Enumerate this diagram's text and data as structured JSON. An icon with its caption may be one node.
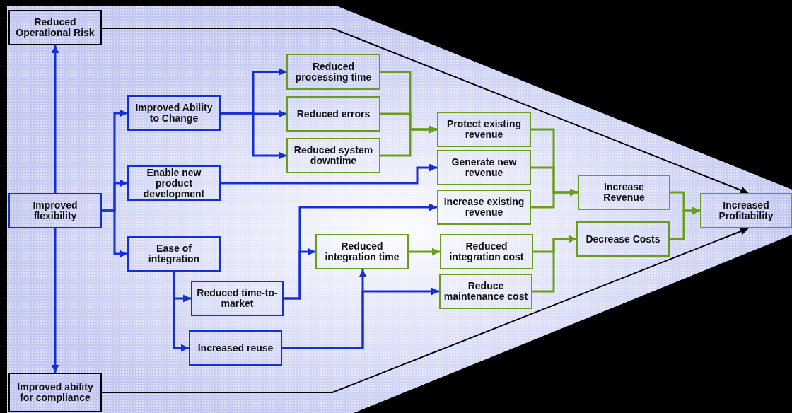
{
  "diagram": {
    "nodes": [
      {
        "text": [
          "Reduced Operational Risk"
        ]
      },
      {
        "text": [
          "Improved flexibility"
        ]
      },
      {
        "text": [
          "Improved ability for compliance"
        ]
      },
      {
        "text": [
          "Improved Ability to Change"
        ]
      },
      {
        "text": [
          "Enable new product development"
        ]
      },
      {
        "text": [
          "Ease of integration"
        ]
      },
      {
        "text": [
          "Reduced time-to-market"
        ]
      },
      {
        "text": [
          "Increased reuse"
        ]
      },
      {
        "text": [
          "Reduced processing time"
        ]
      },
      {
        "text": [
          "Reduced errors"
        ]
      },
      {
        "text": [
          "Reduced system downtime"
        ]
      },
      {
        "text": [
          "Reduced integration time"
        ]
      },
      {
        "text": [
          "Protect existing revenue"
        ]
      },
      {
        "text": [
          "Generate new revenue"
        ]
      },
      {
        "text": [
          "Increase existing revenue"
        ]
      },
      {
        "text": [
          "Reduced integration cost"
        ]
      },
      {
        "text": [
          "Reduce maintenance cost"
        ]
      },
      {
        "text": [
          "Increase Revenue"
        ]
      },
      {
        "text": [
          "Decrease Costs"
        ]
      },
      {
        "text": [
          "Increased Profitability"
        ]
      }
    ],
    "edges": [
      {
        "from": 1,
        "to": 0,
        "arrow": "to"
      },
      {
        "from": 1,
        "to": 2,
        "arrow": "to"
      },
      {
        "from": 1,
        "to": 3,
        "arrow": "to"
      },
      {
        "from": 1,
        "to": 4,
        "arrow": "to"
      },
      {
        "from": 1,
        "to": 5,
        "arrow": "to"
      },
      {
        "from": 3,
        "to": 8,
        "arrow": "to"
      },
      {
        "from": 3,
        "to": 9,
        "arrow": "to"
      },
      {
        "from": 3,
        "to": 10,
        "arrow": "to"
      },
      {
        "from": 4,
        "to": 13,
        "arrow": "to"
      },
      {
        "from": 5,
        "to": 6,
        "arrow": "to"
      },
      {
        "from": 5,
        "to": 7,
        "arrow": "to"
      },
      {
        "from": 6,
        "to": 11,
        "arrow": "to"
      },
      {
        "from": 6,
        "to": 14,
        "arrow": "to"
      },
      {
        "from": 7,
        "to": 11,
        "arrow": "to"
      },
      {
        "from": 7,
        "to": 16,
        "arrow": "to"
      },
      {
        "from": 8,
        "to": 12,
        "arrow": "to",
        "color": "#6a9e1a"
      },
      {
        "from": 9,
        "to": 12,
        "arrow": "to",
        "color": "#6a9e1a"
      },
      {
        "from": 10,
        "to": 12,
        "arrow": "to",
        "color": "#6a9e1a"
      },
      {
        "from": 11,
        "to": 15,
        "arrow": "to",
        "color": "#6a9e1a"
      },
      {
        "from": 12,
        "to": 17,
        "arrow": "to",
        "color": "#6a9e1a"
      },
      {
        "from": 13,
        "to": 17,
        "arrow": "to",
        "color": "#6a9e1a"
      },
      {
        "from": 14,
        "to": 17,
        "arrow": "to",
        "color": "#6a9e1a"
      },
      {
        "from": 15,
        "to": 18,
        "arrow": "to",
        "color": "#6a9e1a"
      },
      {
        "from": 16,
        "to": 18,
        "arrow": "to",
        "color": "#6a9e1a"
      },
      {
        "from": 17,
        "to": 19,
        "arrow": "to",
        "color": "#6a9e1a"
      },
      {
        "from": 18,
        "to": 19,
        "arrow": "to",
        "color": "#6a9e1a"
      },
      {
        "from": 0,
        "to": 19,
        "arrow": "to",
        "color": "#000000"
      },
      {
        "from": 2,
        "to": 19,
        "arrow": "to",
        "color": "#000000"
      }
    ]
  }
}
